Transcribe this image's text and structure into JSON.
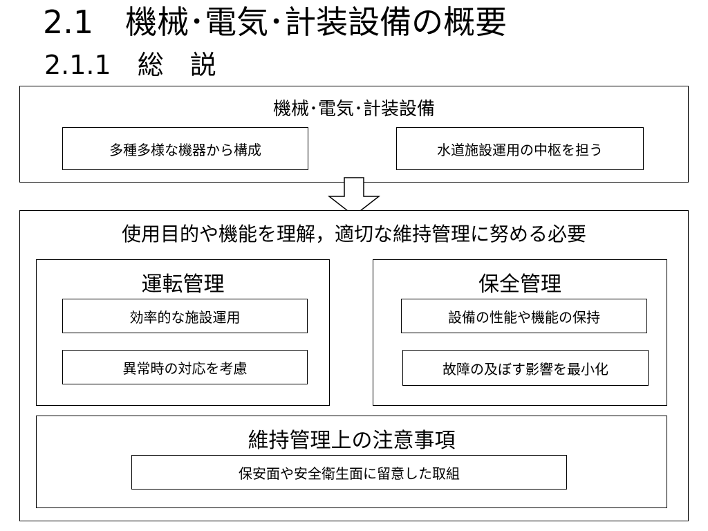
{
  "title": "2.1　機械･電気･計装設備の概要",
  "subtitle": "2.1.1　総　説",
  "top_box": {
    "heading": "機械･電気･計装設備",
    "items": [
      "多種多様な機器から構成",
      "水道施設運用の中枢を担う"
    ]
  },
  "main_box": {
    "heading": "使用目的や機能を理解，適切な維持管理に努める必要",
    "operation": {
      "heading": "運転管理",
      "items": [
        "効率的な施設運用",
        "異常時の対応を考慮"
      ]
    },
    "maintenance": {
      "heading": "保全管理",
      "items": [
        "設備の性能や機能の保持",
        "故障の及ぼす影響を最小化"
      ]
    },
    "notes": {
      "heading": "維持管理上の注意事項",
      "item": "保安面や安全衛生面に留意した取組"
    }
  },
  "colors": {
    "border": "#000000",
    "background": "#ffffff"
  },
  "icons": {
    "arrow": "down-arrow-outline"
  }
}
